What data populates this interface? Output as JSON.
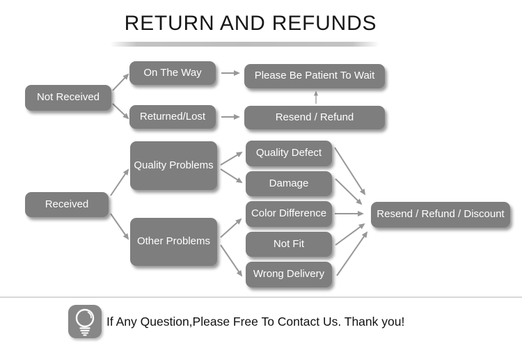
{
  "title": "RETURN AND REFUNDS",
  "flowchart": {
    "nodes": [
      {
        "id": "not-received",
        "label": "Not Received"
      },
      {
        "id": "on-the-way",
        "label": "On The Way"
      },
      {
        "id": "returned-lost",
        "label": "Returned/Lost"
      },
      {
        "id": "please-wait",
        "label": "Please Be Patient To Wait"
      },
      {
        "id": "resend-refund",
        "label": "Resend / Refund"
      },
      {
        "id": "received",
        "label": "Received"
      },
      {
        "id": "quality-problems",
        "label": "Quality Problems"
      },
      {
        "id": "other-problems",
        "label": "Other Problems"
      },
      {
        "id": "quality-defect",
        "label": "Quality Defect"
      },
      {
        "id": "damage",
        "label": "Damage"
      },
      {
        "id": "color-difference",
        "label": "Color Difference"
      },
      {
        "id": "not-fit",
        "label": "Not Fit"
      },
      {
        "id": "wrong-delivery",
        "label": "Wrong Delivery"
      },
      {
        "id": "resend-refund-discount",
        "label": "Resend / Refund / Discount"
      }
    ],
    "edges": [
      {
        "from": "not-received",
        "to": "on-the-way"
      },
      {
        "from": "not-received",
        "to": "returned-lost"
      },
      {
        "from": "on-the-way",
        "to": "please-wait"
      },
      {
        "from": "returned-lost",
        "to": "resend-refund"
      },
      {
        "from": "resend-refund",
        "to": "please-wait"
      },
      {
        "from": "received",
        "to": "quality-problems"
      },
      {
        "from": "received",
        "to": "other-problems"
      },
      {
        "from": "quality-problems",
        "to": "quality-defect"
      },
      {
        "from": "quality-problems",
        "to": "damage"
      },
      {
        "from": "other-problems",
        "to": "color-difference"
      },
      {
        "from": "other-problems",
        "to": "wrong-delivery"
      },
      {
        "from": "quality-defect",
        "to": "resend-refund-discount"
      },
      {
        "from": "damage",
        "to": "resend-refund-discount"
      },
      {
        "from": "color-difference",
        "to": "resend-refund-discount"
      },
      {
        "from": "not-fit",
        "to": "resend-refund-discount"
      },
      {
        "from": "wrong-delivery",
        "to": "resend-refund-discount"
      }
    ]
  },
  "footer": {
    "icon": "lightbulb-icon",
    "message": "If Any Question,Please Free To Contact Us. Thank you!"
  },
  "colors": {
    "node_fill": "#7e7e7e",
    "node_text": "#ffffff",
    "arrow": "#979797",
    "title_text": "#171717",
    "underline": "#bdbdbd",
    "divider": "#d7d7d7",
    "footer_icon_fill": "#878787",
    "background": "#ffffff"
  }
}
